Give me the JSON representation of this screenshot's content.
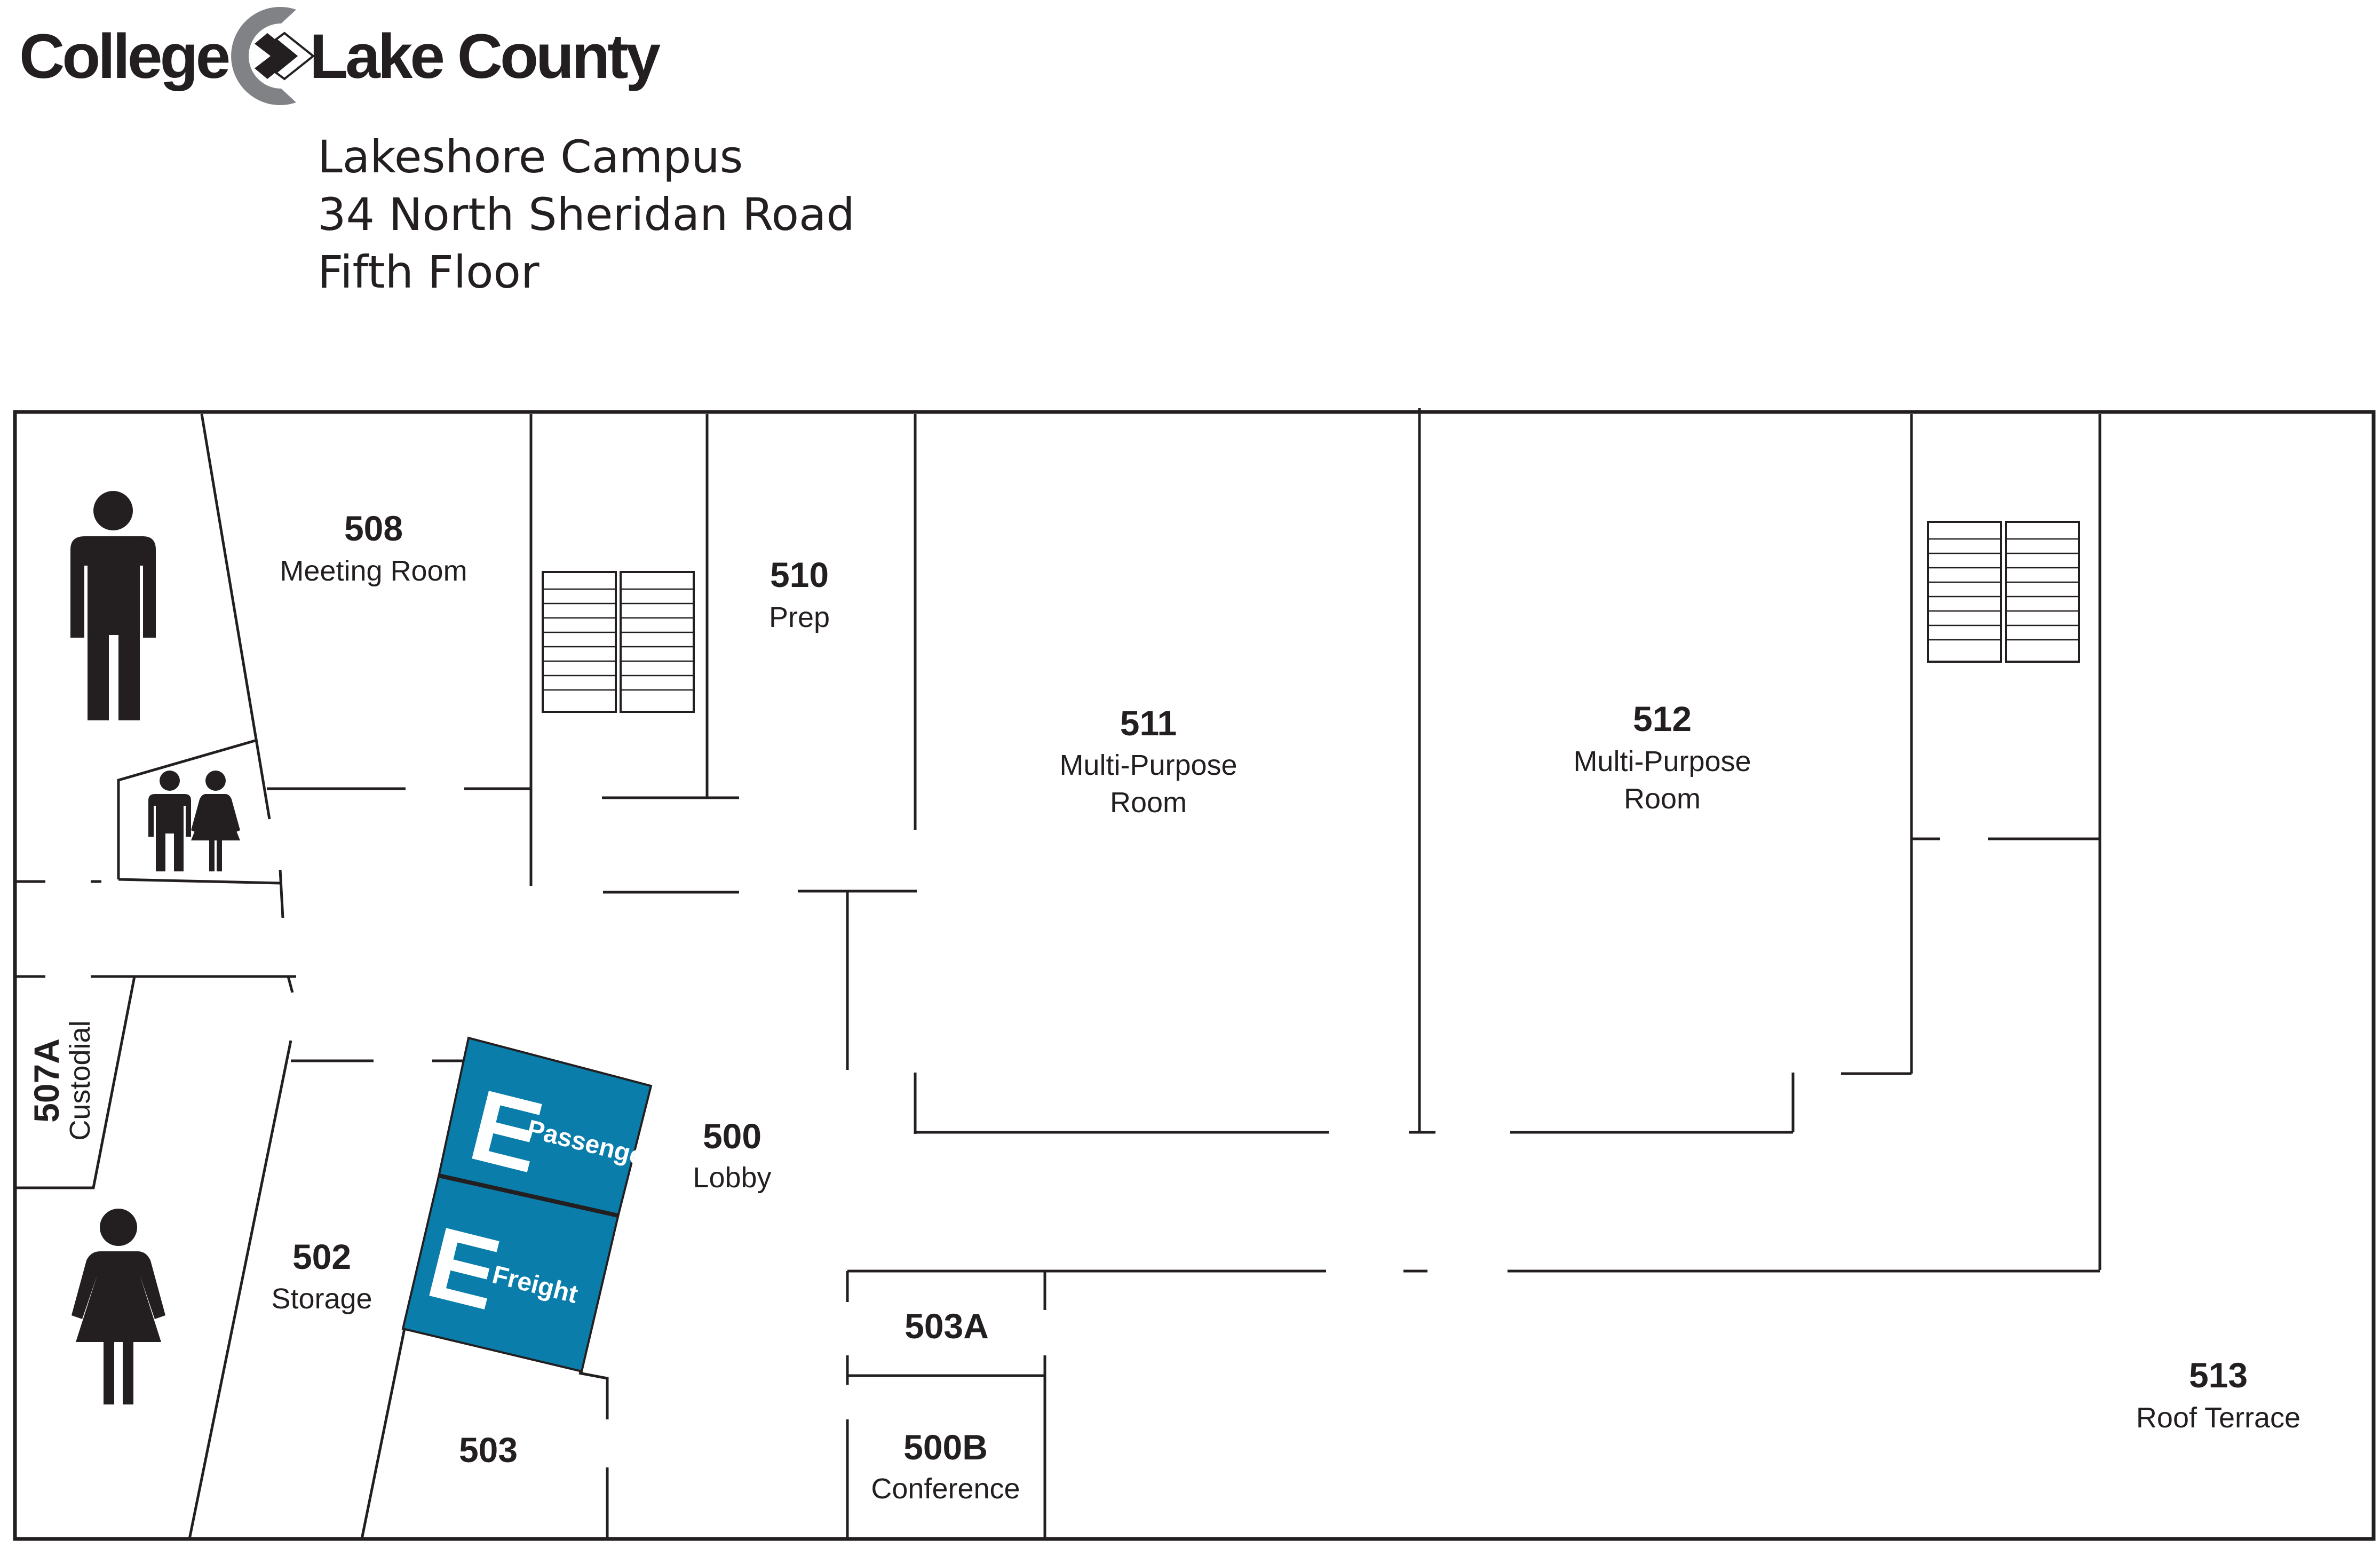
{
  "logo": {
    "left_word": "College",
    "right_word": "Lake County",
    "mark_color": "#808285"
  },
  "header": {
    "line1": "Lakeshore Campus",
    "line2": "34 North Sheridan Road",
    "line3": "Fifth Floor"
  },
  "colors": {
    "elevator": "#0b7dab",
    "walls": "#231f20"
  },
  "rooms": {
    "r508": {
      "number": "508",
      "name": "Meeting Room"
    },
    "r510": {
      "number": "510",
      "name": "Prep"
    },
    "r511": {
      "number": "511",
      "name1": "Multi-Purpose",
      "name2": "Room"
    },
    "r512": {
      "number": "512",
      "name1": "Multi-Purpose",
      "name2": "Room"
    },
    "r507a": {
      "number": "507A",
      "name": "Custodial"
    },
    "r500": {
      "number": "500",
      "name": "Lobby"
    },
    "r502": {
      "number": "502",
      "name": "Storage"
    },
    "r503": {
      "number": "503"
    },
    "r503a": {
      "number": "503A"
    },
    "r500b": {
      "number": "500B",
      "name": "Conference"
    },
    "r513": {
      "number": "513",
      "name": "Roof Terrace"
    }
  },
  "elevators": {
    "passenger": {
      "letter": "E",
      "label": "Passenger"
    },
    "freight": {
      "letter": "E",
      "label": "Freight"
    }
  },
  "icons": {
    "mens_restroom": "man-restroom-icon",
    "womens_restroom": "woman-restroom-icon",
    "family_restroom": "family-restroom-icon",
    "stairs": "stairs-icon",
    "elevator": "elevator-icon"
  }
}
